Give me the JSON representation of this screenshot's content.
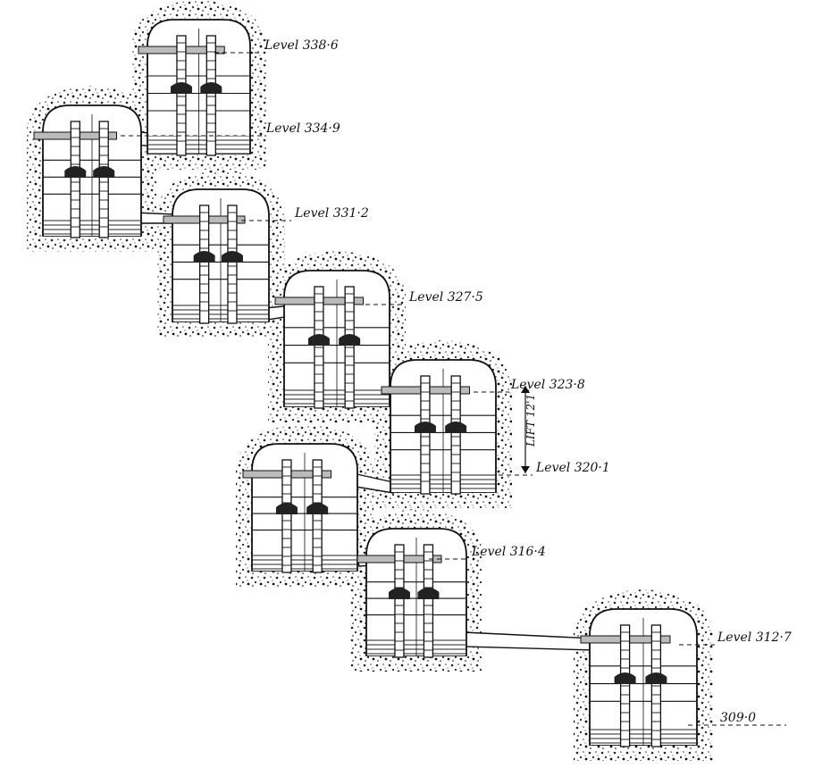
{
  "figure": {
    "chambers": [
      {
        "id": "chamber-1",
        "level_label": "Level 338·6"
      },
      {
        "id": "chamber-2",
        "level_label": "Level 334·9"
      },
      {
        "id": "chamber-3",
        "level_label": "Level 331·2"
      },
      {
        "id": "chamber-4",
        "level_label": "Level 327·5"
      },
      {
        "id": "chamber-5",
        "level_label": "Level 323·8"
      },
      {
        "id": "chamber-6",
        "level_label": "Level 320·1"
      },
      {
        "id": "chamber-7",
        "level_label": "Level 316·4"
      },
      {
        "id": "chamber-8",
        "level_label": "Level 312·7"
      },
      {
        "id": "chamber-9",
        "level_label": "309·0"
      }
    ],
    "lift_label": "LIFT 12'1\""
  }
}
